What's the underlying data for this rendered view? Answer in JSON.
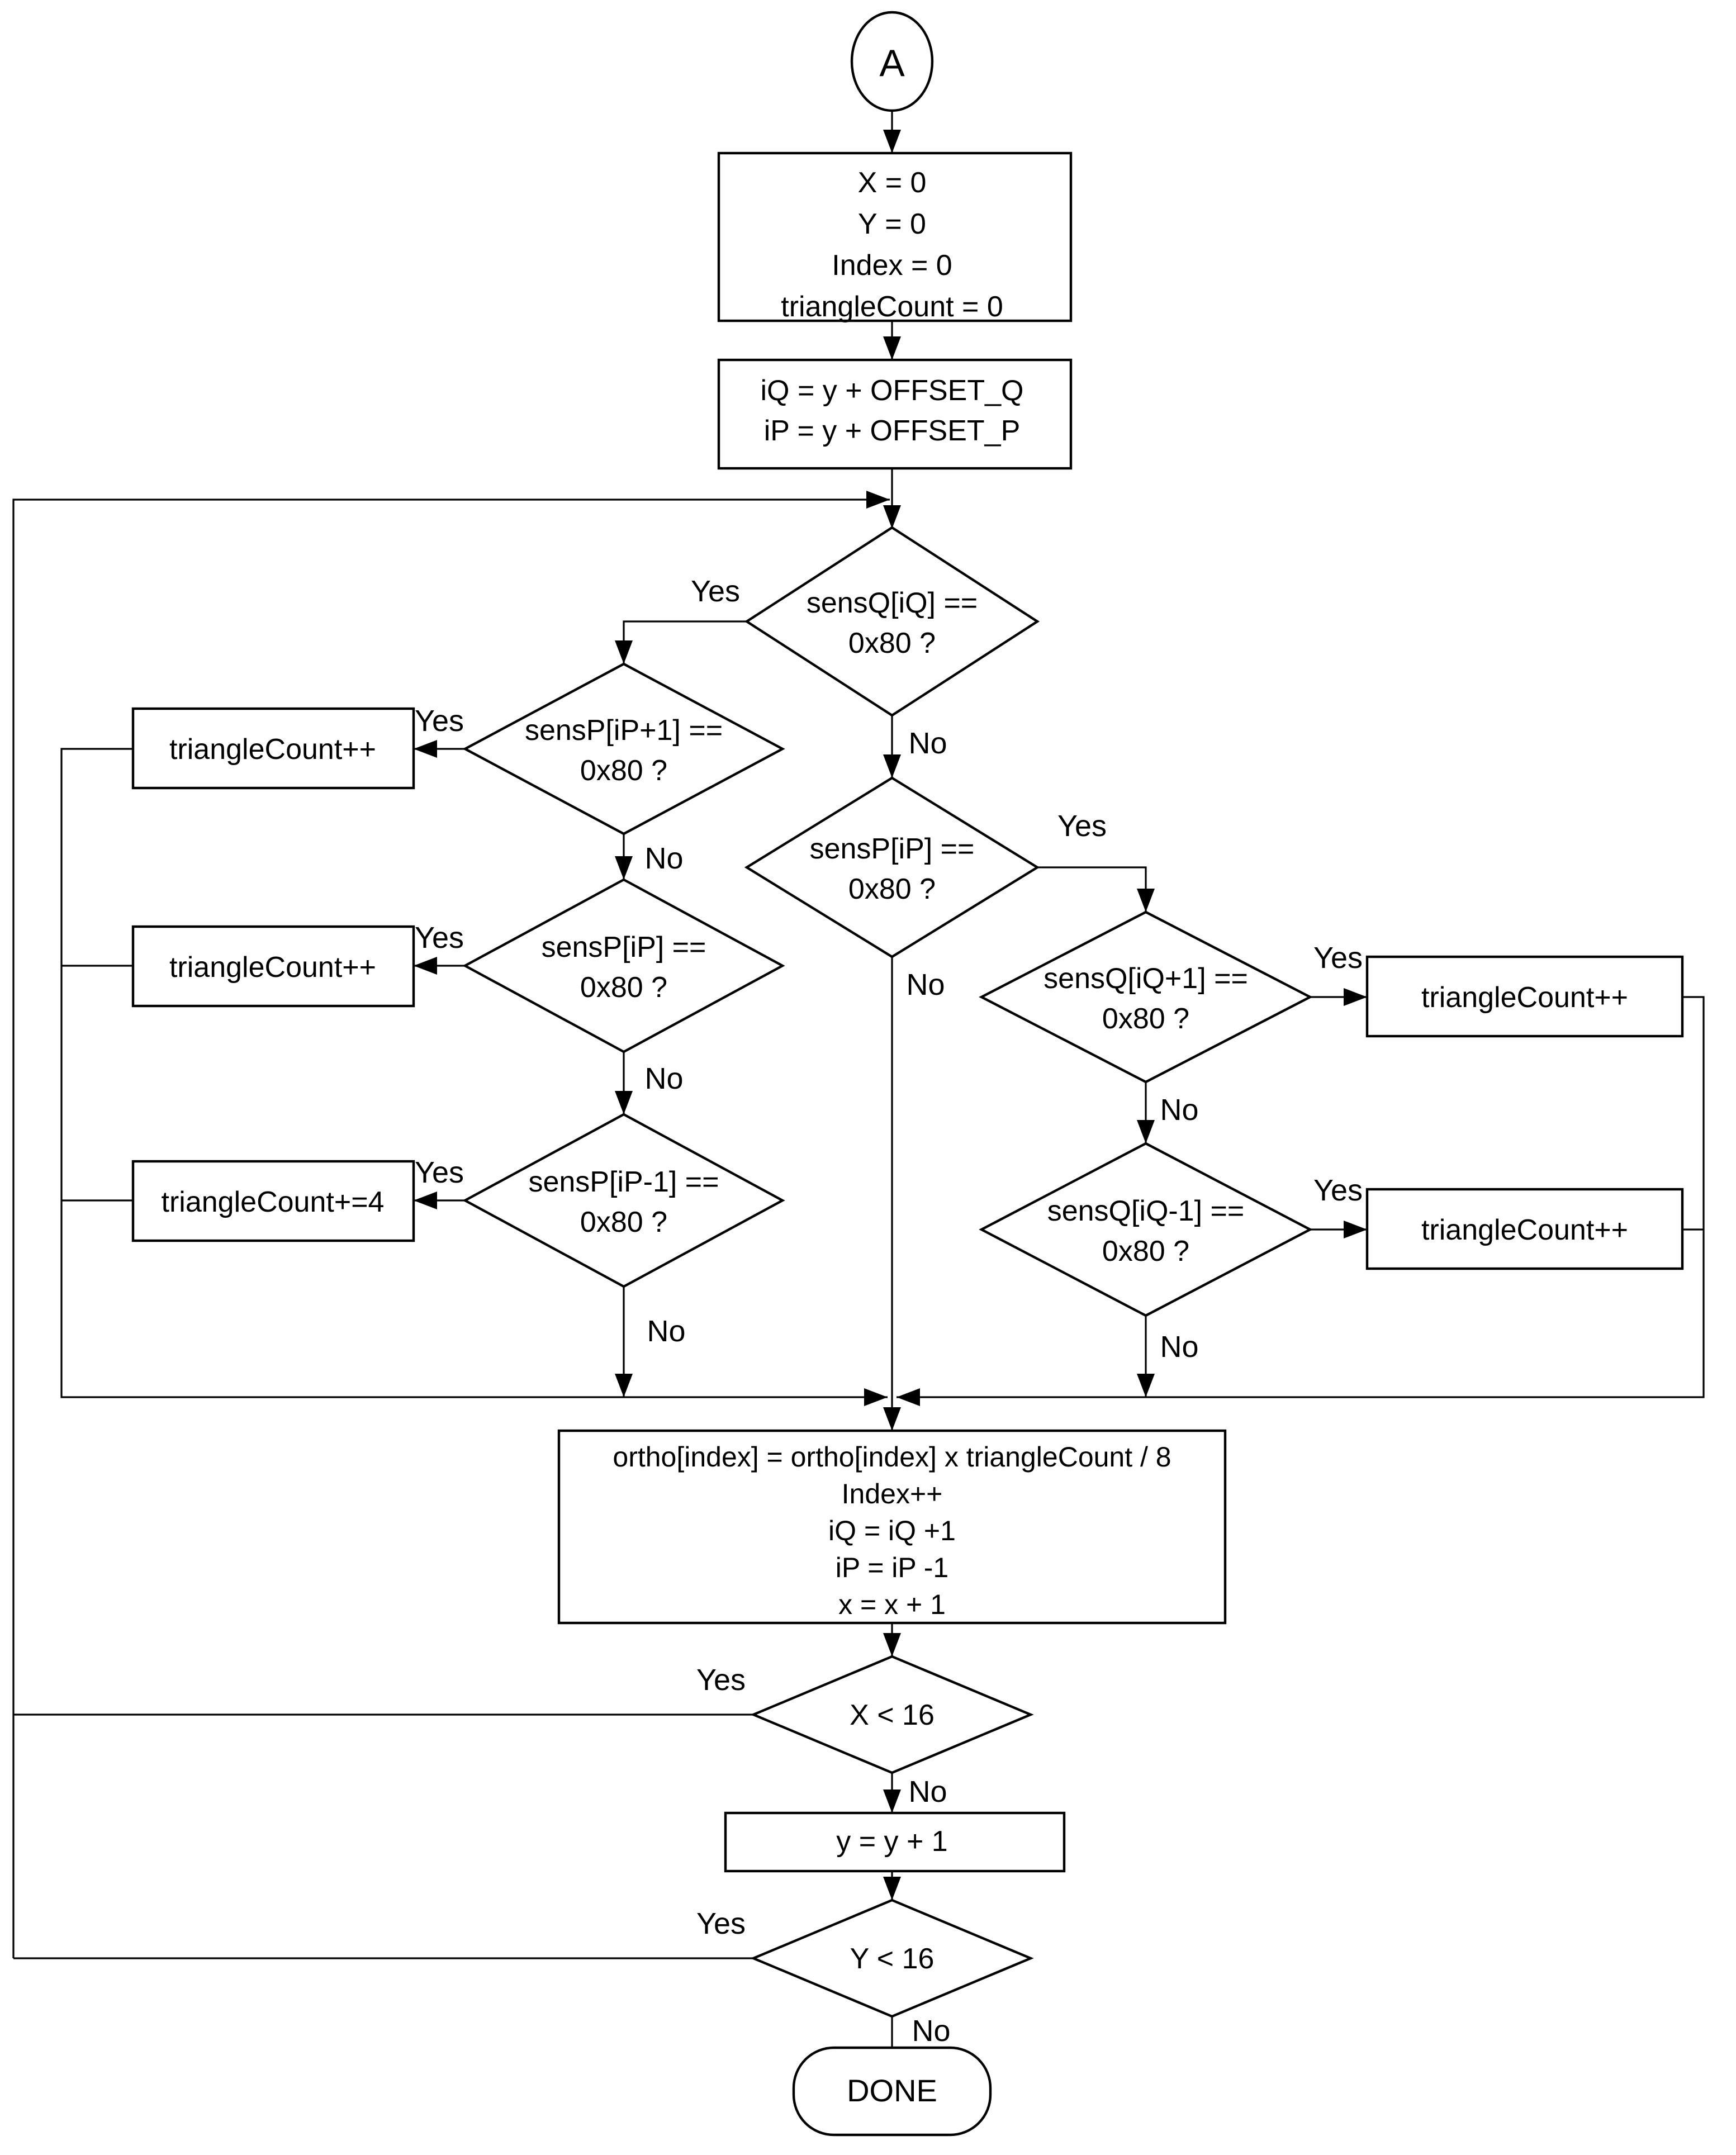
{
  "page": {
    "background": "#ffffff",
    "line_color": "#000000",
    "text_color": "#000000"
  },
  "labels": {
    "yes": "Yes",
    "no": "No"
  },
  "nodes": {
    "start": {
      "label": "A"
    },
    "init": {
      "line1": "X = 0",
      "line2": "Y = 0",
      "line3": "Index = 0",
      "line4": "triangleCount = 0"
    },
    "offsets": {
      "line1": "iQ  = y + OFFSET_Q",
      "line2": "iP = y + OFFSET_P"
    },
    "d_sensq_iq": {
      "line1": "sensQ[iQ] ==",
      "line2": "0x80 ?"
    },
    "d_sensp_ip_plus1": {
      "line1": "sensP[iP+1] ==",
      "line2": "0x80 ?"
    },
    "d_sensp_ip_left": {
      "line1": "sensP[iP] ==",
      "line2": "0x80 ?"
    },
    "d_sensp_ip_minus1": {
      "line1": "sensP[iP-1] ==",
      "line2": "0x80 ?"
    },
    "d_sensp_ip_center": {
      "line1": "sensP[iP] ==",
      "line2": "0x80 ?"
    },
    "d_sensq_iq_plus1": {
      "line1": "sensQ[iQ+1] ==",
      "line2": "0x80 ?"
    },
    "d_sensq_iq_minus1": {
      "line1": "sensQ[iQ-1] ==",
      "line2": "0x80 ?"
    },
    "inc_left_1": {
      "label": "triangleCount++"
    },
    "inc_left_2": {
      "label": "triangleCount++"
    },
    "inc_left_4": {
      "label": "triangleCount+=4"
    },
    "inc_right_1": {
      "label": "triangleCount++"
    },
    "inc_right_2": {
      "label": "triangleCount++"
    },
    "update": {
      "line1": "ortho[index] = ortho[index] x triangleCount / 8",
      "line2": "Index++",
      "line3": "iQ = iQ +1",
      "line4": "iP = iP -1",
      "line5": "x = x + 1"
    },
    "d_x16": {
      "label": "X < 16"
    },
    "inc_y": {
      "label": "y  = y + 1"
    },
    "d_y16": {
      "label": "Y < 16"
    },
    "done": {
      "label": "DONE"
    }
  }
}
